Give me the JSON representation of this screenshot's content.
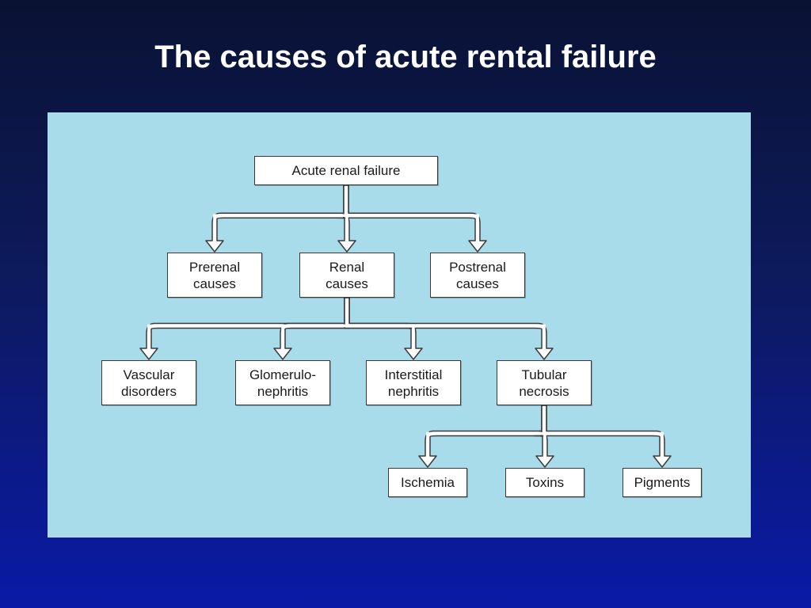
{
  "title": "The causes of acute rental failure",
  "colors": {
    "panel": "#a8dcea",
    "node_fill": "#ffffff",
    "node_border": "#3a3a3a",
    "title_text": "#ffffff"
  },
  "nodes": {
    "root": "Acute renal failure",
    "prerenal": "Prerenal\ncauses",
    "renal": "Renal\ncauses",
    "postrenal": "Postrenal\ncauses",
    "vascular": "Vascular\ndisorders",
    "glomerulo": "Glomerulo-\nnephritis",
    "interstitial": "Interstitial\nnephritis",
    "tubular": "Tubular\nnecrosis",
    "ischemia": "Ischemia",
    "toxins": "Toxins",
    "pigments": "Pigments"
  },
  "edges": [
    [
      "root",
      "prerenal"
    ],
    [
      "root",
      "renal"
    ],
    [
      "root",
      "postrenal"
    ],
    [
      "renal",
      "vascular"
    ],
    [
      "renal",
      "glomerulo"
    ],
    [
      "renal",
      "interstitial"
    ],
    [
      "renal",
      "tubular"
    ],
    [
      "tubular",
      "ischemia"
    ],
    [
      "tubular",
      "toxins"
    ],
    [
      "tubular",
      "pigments"
    ]
  ]
}
